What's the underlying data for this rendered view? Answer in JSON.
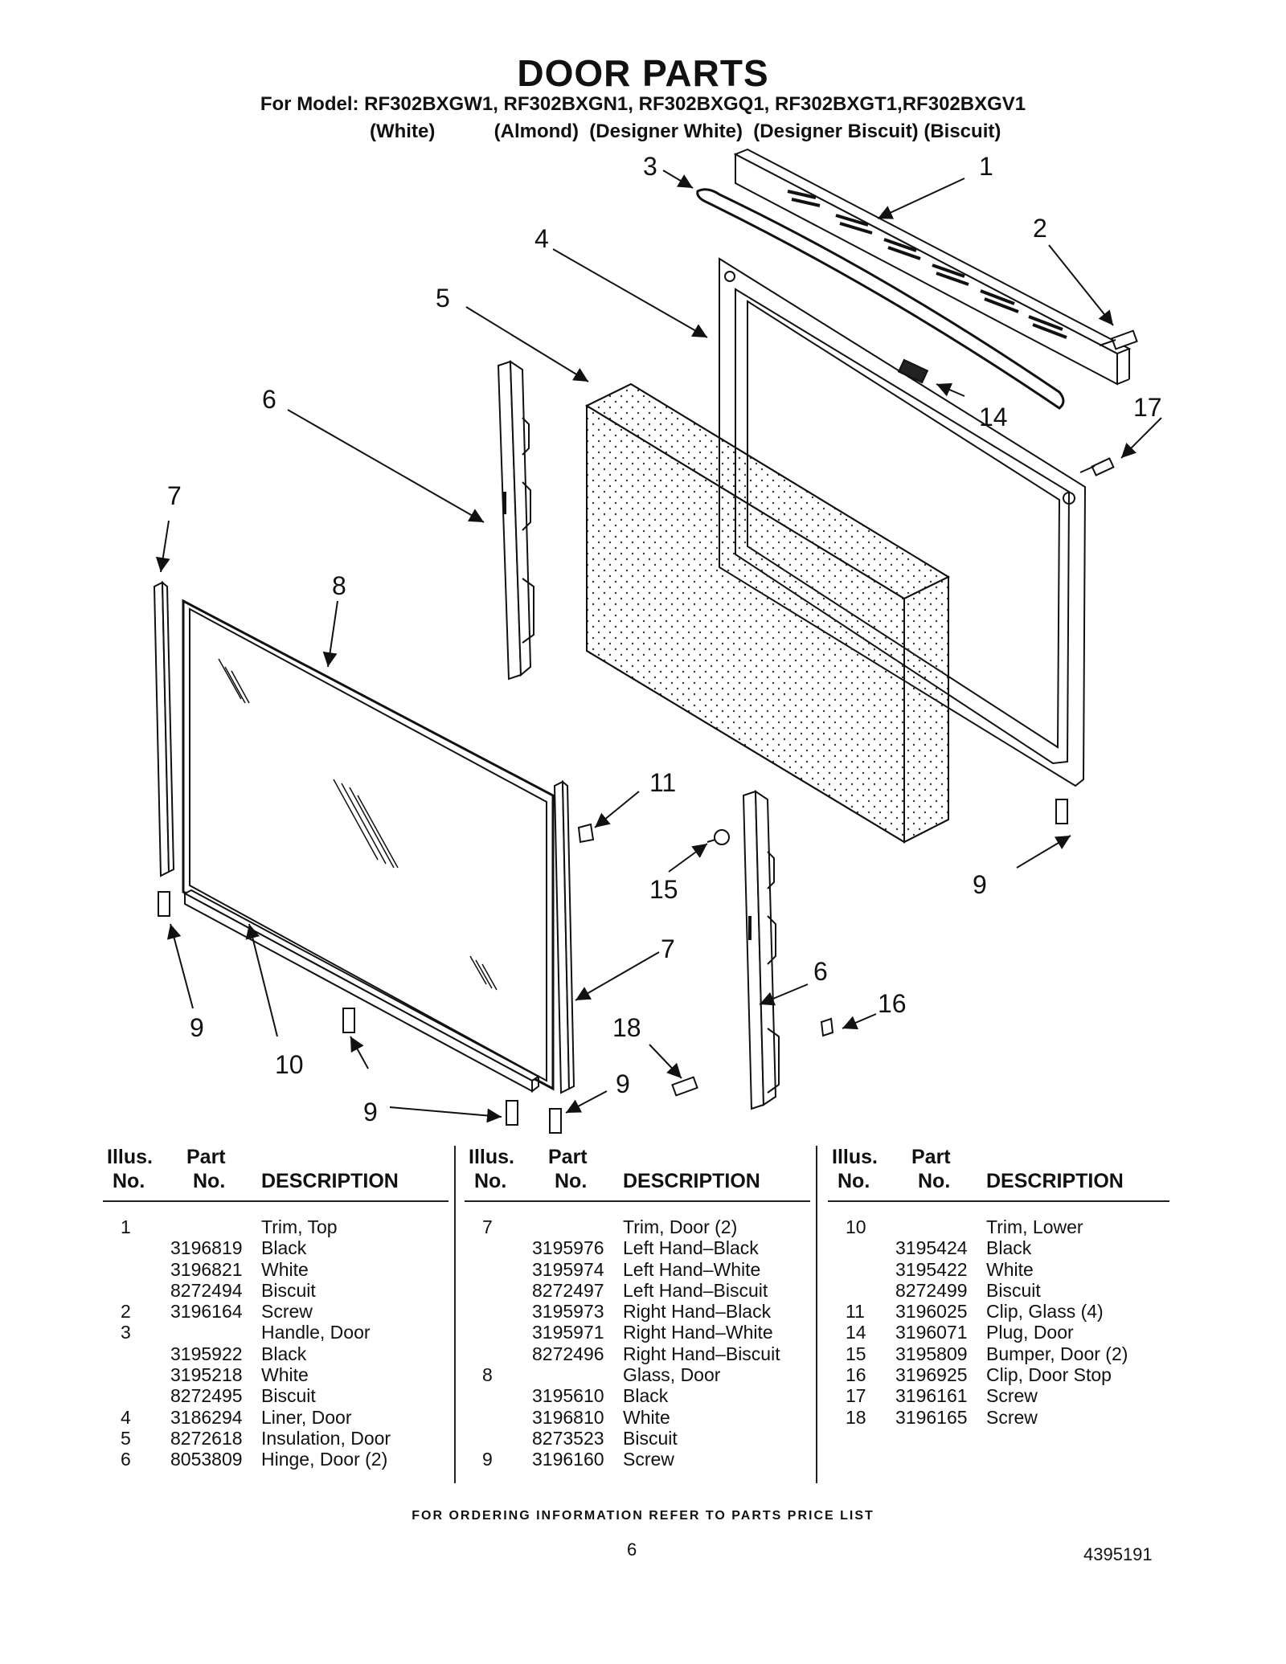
{
  "header": {
    "title": "DOOR PARTS",
    "models_line": "For Model: RF302BXGW1, RF302BXGN1, RF302BXGQ1, RF302BXGT1,RF302BXGV1",
    "variants_line": "(White)           (Almond)  (Designer White)  (Designer Biscuit) (Biscuit)"
  },
  "diagram": {
    "callouts": [
      "1",
      "2",
      "3",
      "4",
      "5",
      "6",
      "7",
      "8",
      "9",
      "10",
      "11",
      "14",
      "15",
      "16",
      "17",
      "18"
    ]
  },
  "table": {
    "headers": {
      "illus_1": "Illus.",
      "illus_2": "No.",
      "part_1": "Part",
      "part_2": "No.",
      "desc": "DESCRIPTION"
    },
    "col1": [
      {
        "illus": "1",
        "part": "",
        "desc": "Trim, Top"
      },
      {
        "illus": "",
        "part": "3196819",
        "desc": "Black"
      },
      {
        "illus": "",
        "part": "3196821",
        "desc": "White"
      },
      {
        "illus": "",
        "part": "8272494",
        "desc": "Biscuit"
      },
      {
        "illus": "2",
        "part": "3196164",
        "desc": "Screw"
      },
      {
        "illus": "3",
        "part": "",
        "desc": "Handle, Door"
      },
      {
        "illus": "",
        "part": "3195922",
        "desc": "Black"
      },
      {
        "illus": "",
        "part": "3195218",
        "desc": "White"
      },
      {
        "illus": "",
        "part": "8272495",
        "desc": "Biscuit"
      },
      {
        "illus": "4",
        "part": "3186294",
        "desc": "Liner, Door"
      },
      {
        "illus": "5",
        "part": "8272618",
        "desc": "Insulation, Door"
      },
      {
        "illus": "6",
        "part": "8053809",
        "desc": "Hinge, Door (2)"
      }
    ],
    "col2": [
      {
        "illus": "7",
        "part": "",
        "desc": "Trim, Door (2)"
      },
      {
        "illus": "",
        "part": "3195976",
        "desc": "Left Hand–Black"
      },
      {
        "illus": "",
        "part": "3195974",
        "desc": "Left Hand–White"
      },
      {
        "illus": "",
        "part": "8272497",
        "desc": "Left Hand–Biscuit"
      },
      {
        "illus": "",
        "part": "3195973",
        "desc": "Right Hand–Black"
      },
      {
        "illus": "",
        "part": "3195971",
        "desc": "Right Hand–White"
      },
      {
        "illus": "",
        "part": "8272496",
        "desc": "Right Hand–Biscuit"
      },
      {
        "illus": "8",
        "part": "",
        "desc": "Glass, Door"
      },
      {
        "illus": "",
        "part": "3195610",
        "desc": "Black"
      },
      {
        "illus": "",
        "part": "3196810",
        "desc": "White"
      },
      {
        "illus": "",
        "part": "8273523",
        "desc": "Biscuit"
      },
      {
        "illus": "9",
        "part": "3196160",
        "desc": "Screw"
      }
    ],
    "col3": [
      {
        "illus": "10",
        "part": "",
        "desc": "Trim, Lower"
      },
      {
        "illus": "",
        "part": "3195424",
        "desc": "Black"
      },
      {
        "illus": "",
        "part": "3195422",
        "desc": "White"
      },
      {
        "illus": "",
        "part": "8272499",
        "desc": "Biscuit"
      },
      {
        "illus": "11",
        "part": "3196025",
        "desc": "Clip, Glass (4)"
      },
      {
        "illus": "14",
        "part": "3196071",
        "desc": "Plug, Door"
      },
      {
        "illus": "15",
        "part": "3195809",
        "desc": "Bumper, Door (2)"
      },
      {
        "illus": "16",
        "part": "3196925",
        "desc": "Clip, Door Stop"
      },
      {
        "illus": "17",
        "part": "3196161",
        "desc": "Screw"
      },
      {
        "illus": "18",
        "part": "3196165",
        "desc": "Screw"
      }
    ]
  },
  "footer": {
    "ordering_note": "FOR ORDERING INFORMATION REFER TO PARTS PRICE LIST",
    "page_number": "6",
    "doc_number": "4395191"
  }
}
